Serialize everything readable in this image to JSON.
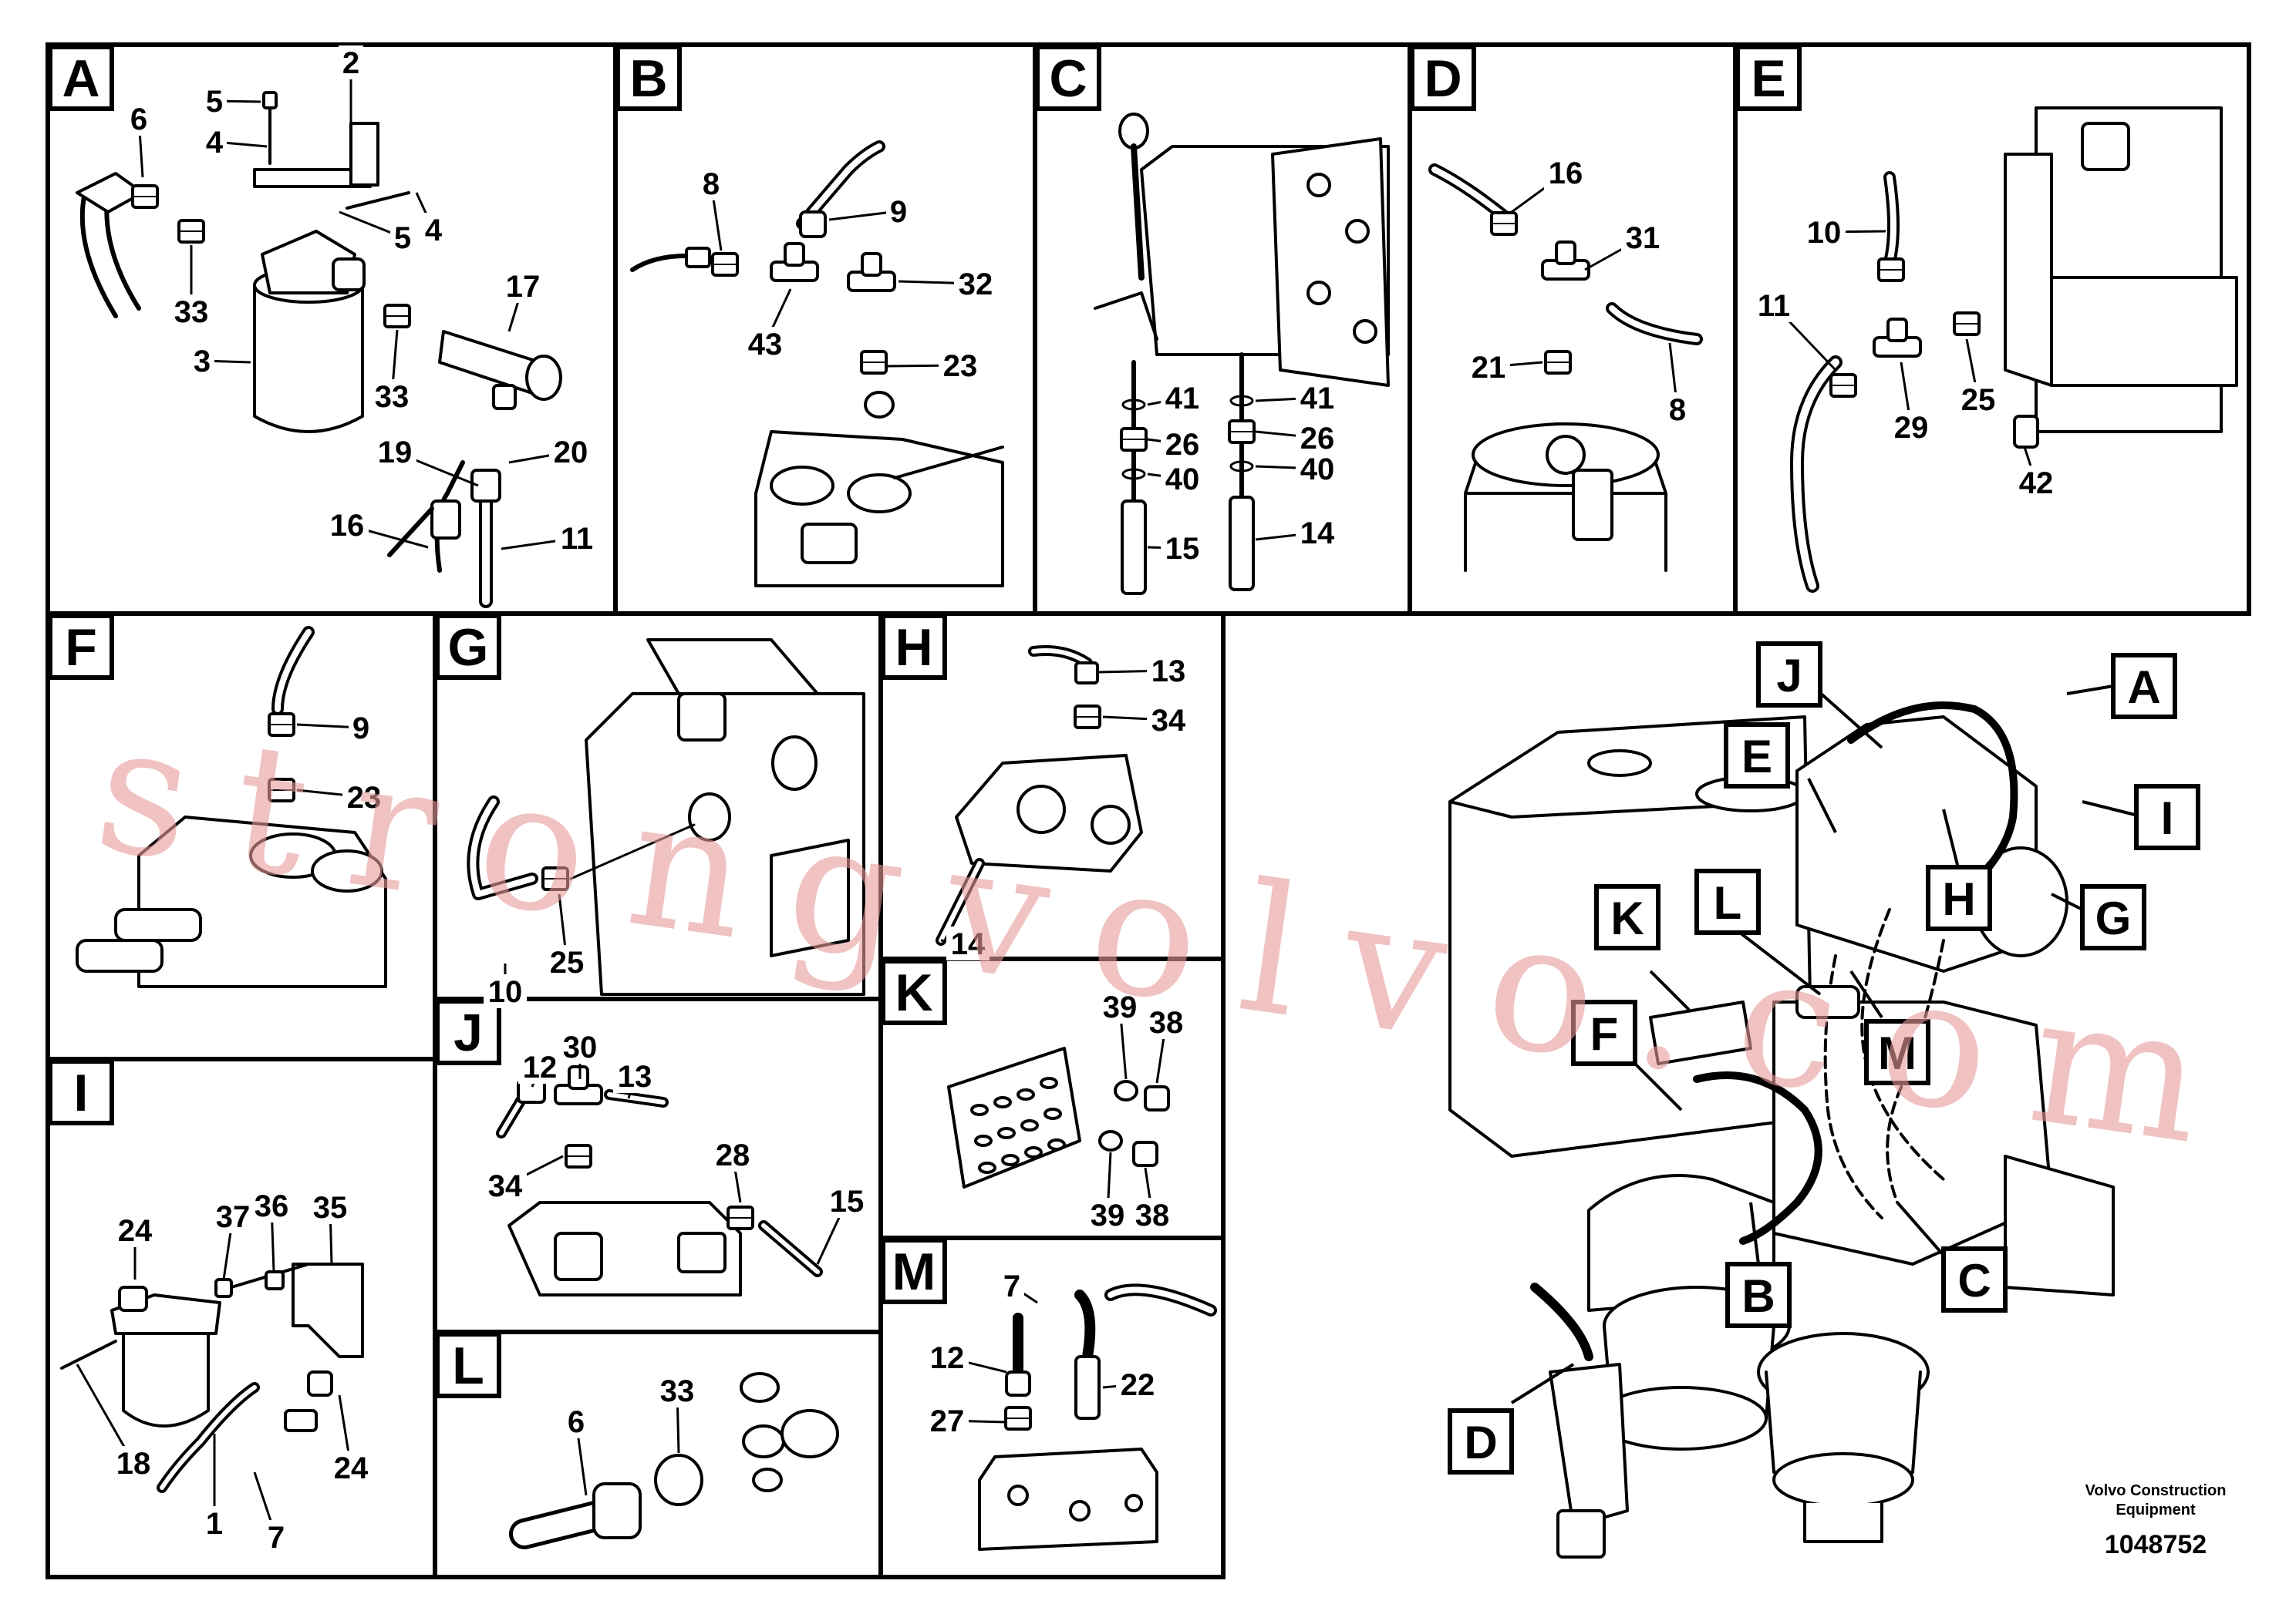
{
  "watermark": "strongvolvo.com",
  "caption": {
    "line1": "Volvo Construction",
    "line2": "Equipment",
    "number": "1048752"
  },
  "panels": [
    {
      "id": "A",
      "numbers": [
        "2",
        "5",
        "4",
        "6",
        "5",
        "4",
        "33",
        "3",
        "33",
        "17",
        "19",
        "20",
        "16",
        "11"
      ]
    },
    {
      "id": "B",
      "numbers": [
        "8",
        "9",
        "32",
        "43",
        "23"
      ]
    },
    {
      "id": "C",
      "numbers": [
        "41",
        "41",
        "26",
        "26",
        "40",
        "40",
        "15",
        "14"
      ]
    },
    {
      "id": "D",
      "numbers": [
        "16",
        "31",
        "21",
        "8"
      ]
    },
    {
      "id": "E",
      "numbers": [
        "10",
        "11",
        "25",
        "29",
        "42"
      ]
    },
    {
      "id": "F",
      "numbers": [
        "9",
        "23"
      ]
    },
    {
      "id": "G",
      "numbers": [
        "25",
        "10"
      ]
    },
    {
      "id": "H",
      "numbers": [
        "13",
        "34",
        "14"
      ]
    },
    {
      "id": "I",
      "numbers": [
        "24",
        "37",
        "36",
        "35",
        "18",
        "1",
        "7",
        "24"
      ]
    },
    {
      "id": "J",
      "numbers": [
        "12",
        "30",
        "13",
        "34",
        "28",
        "15"
      ]
    },
    {
      "id": "K",
      "numbers": [
        "39",
        "38",
        "39",
        "38"
      ]
    },
    {
      "id": "L",
      "numbers": [
        "6",
        "33"
      ]
    },
    {
      "id": "M",
      "numbers": [
        "7",
        "12",
        "22",
        "27"
      ]
    }
  ],
  "overview_callouts": [
    "J",
    "A",
    "E",
    "I",
    "H",
    "G",
    "K",
    "L",
    "M",
    "F",
    "C",
    "B",
    "D"
  ]
}
